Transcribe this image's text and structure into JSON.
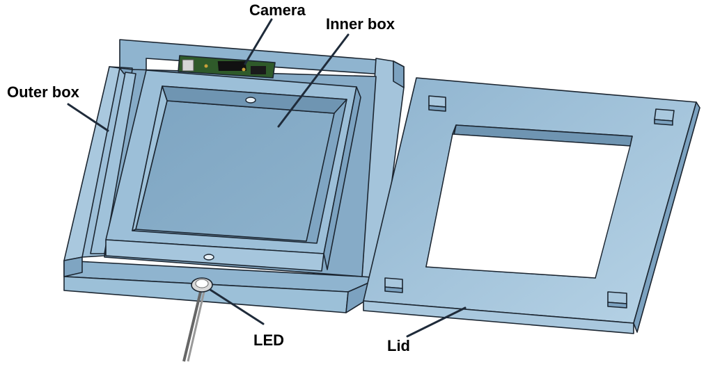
{
  "labels": {
    "camera": "Camera",
    "inner_box": "Inner box",
    "outer_box": "Outer box",
    "led": "LED",
    "lid": "Lid"
  },
  "colors": {
    "top_face": "#8fb4cf",
    "light_face": "#a9c8de",
    "side_face": "#9fc2da",
    "dark_face": "#6f95b2",
    "floor": "#86abc7",
    "pcb": "#2f5a2a",
    "background": "#ffffff"
  }
}
